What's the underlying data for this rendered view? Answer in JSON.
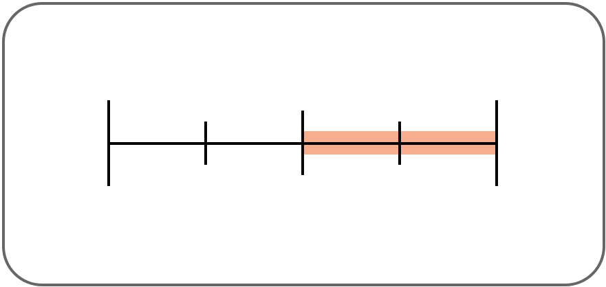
{
  "number_line": {
    "start": 0,
    "end": 1,
    "ticks": [
      {
        "value": 0,
        "kind": "major"
      },
      {
        "value": 0.25,
        "kind": "minor"
      },
      {
        "value": 0.5,
        "kind": "medium"
      },
      {
        "value": 0.75,
        "kind": "minor"
      },
      {
        "value": 1,
        "kind": "major"
      }
    ],
    "highlight": {
      "from": 0.5,
      "to": 1
    },
    "colors": {
      "line": "#000000",
      "highlight": "#f9ad8f",
      "border": "#666666",
      "background": "#ffffff"
    }
  }
}
